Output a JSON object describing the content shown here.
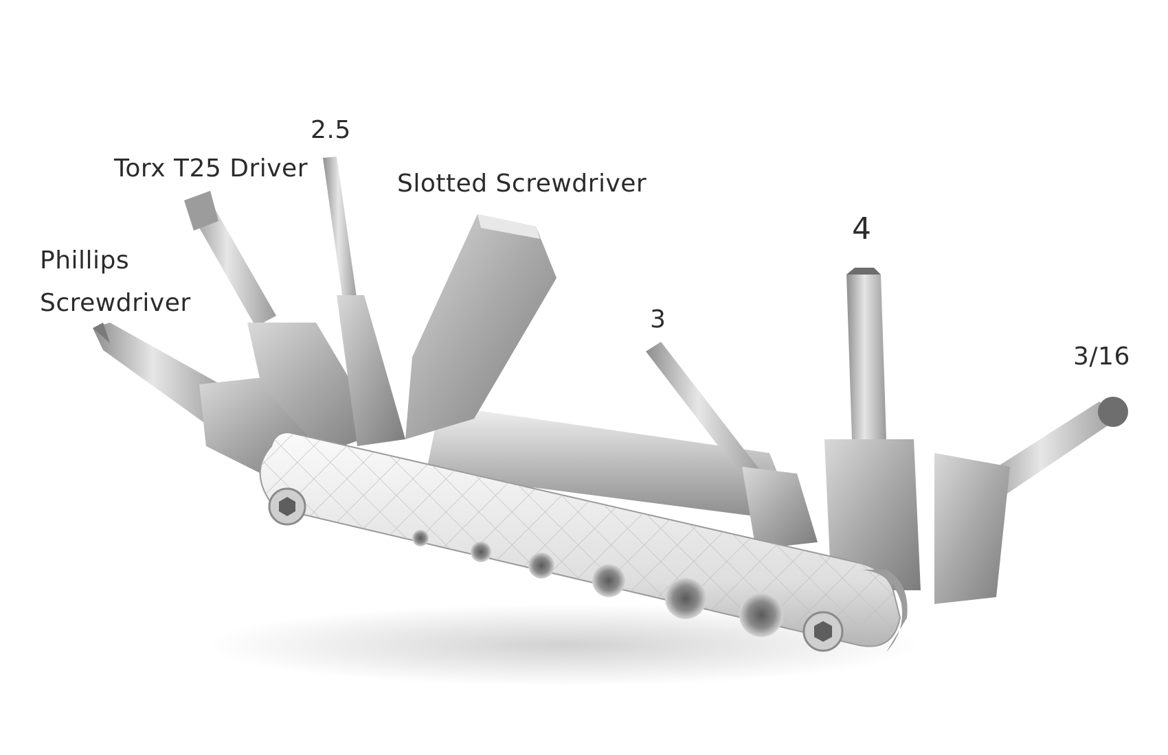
{
  "labels": {
    "phillips_line1": "Phillips",
    "phillips_line2": "Screwdriver",
    "torx": "Torx T25 Driver",
    "hex_2_5": "2.5",
    "slotted": "Slotted Screwdriver",
    "hex_3": "3",
    "hex_4": "4",
    "hex_3_16": "3/16"
  },
  "colors": {
    "background": "#ffffff",
    "label_text": "#2b2b2b",
    "steel_light": "#e4e4e4",
    "steel_mid": "#a9a9a9",
    "steel_dark": "#6f6f6f"
  }
}
